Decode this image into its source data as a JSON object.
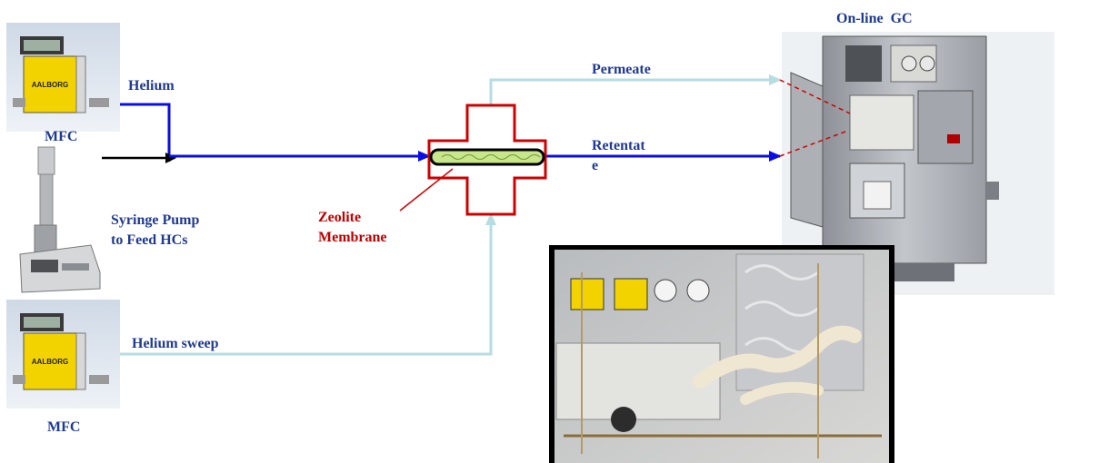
{
  "labels": {
    "mfc_top": "MFC",
    "mfc_bottom": "MFC",
    "helium": "Helium",
    "syringe_line1": "Syringe Pump",
    "syringe_line2": "to Feed HCs",
    "helium_sweep": "Helium sweep",
    "zeolite_line1": "Zeolite",
    "zeolite_line2": "Membrane",
    "permeate": "Permeate",
    "retentate_line1": "Retentat",
    "retentate_line2": "e",
    "gc_title": "On-line  GC"
  },
  "device_text": {
    "mfc_brand": "AALBORG"
  },
  "colors": {
    "feed_line": "#0a0ee6",
    "sweep_line": "#b5dde2",
    "membrane_red": "#d10000",
    "membrane_fill": "#c8e68a",
    "label_blue": "#1f3a93",
    "label_red": "#c00000"
  }
}
